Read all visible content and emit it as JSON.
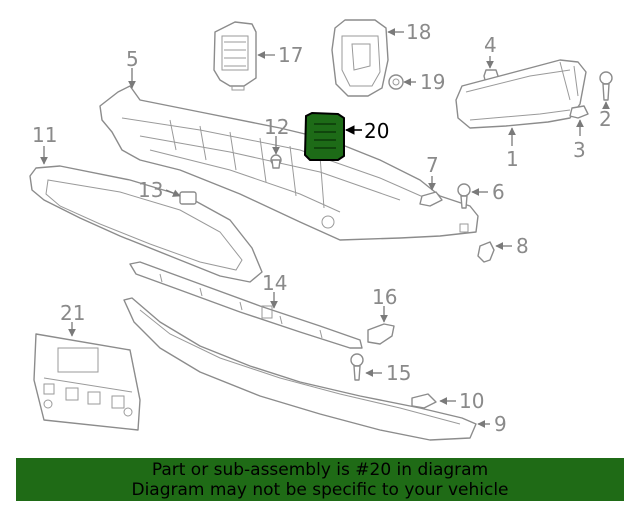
{
  "diagram": {
    "highlighted_callout": "20",
    "callouts": [
      "1",
      "2",
      "3",
      "4",
      "5",
      "6",
      "7",
      "8",
      "9",
      "10",
      "11",
      "12",
      "13",
      "14",
      "15",
      "16",
      "17",
      "18",
      "19",
      "20",
      "21"
    ],
    "highlight_color": "#1d6b17"
  },
  "banner": {
    "line1": "Part or sub-assembly is #20 in diagram",
    "line2": "Diagram may not be specific to your vehicle",
    "background_color": "#1f6b16"
  }
}
